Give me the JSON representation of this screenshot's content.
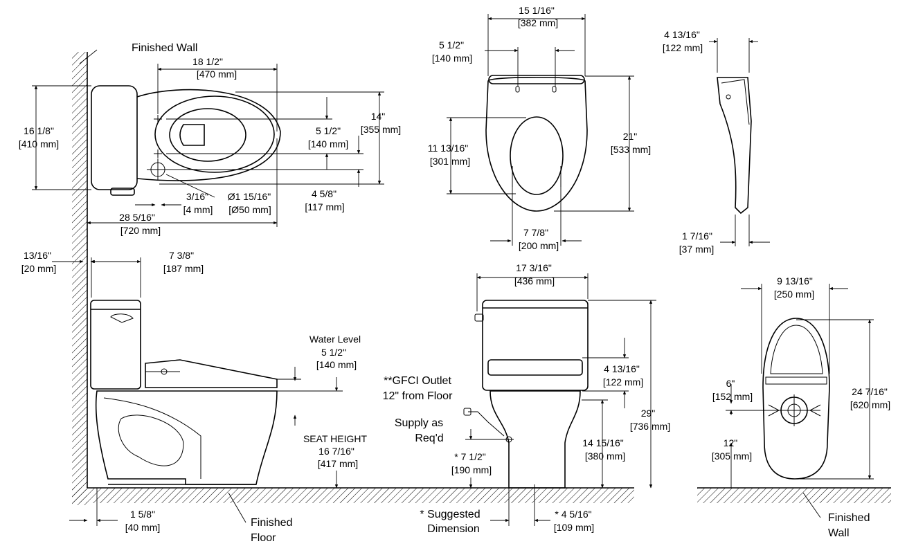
{
  "labels": {
    "finished_wall_top": "Finished Wall",
    "finished_floor_1": "Finished",
    "finished_floor_2": "Floor",
    "suggested_1": "* Suggested",
    "suggested_2": "Dimension",
    "finished_wall_right_1": "Finished",
    "finished_wall_right_2": "Wall",
    "water_level": "Water Level",
    "seat_height": "SEAT HEIGHT",
    "gfci_1": "**GFCI Outlet",
    "gfci_2": "12\" from Floor",
    "supply_1": "Supply as",
    "supply_2": "Req'd"
  },
  "dims": {
    "d18_1_2": {
      "in": "18 1/2\"",
      "mm": "[470 mm]"
    },
    "d16_1_8": {
      "in": "16 1/8\"",
      "mm": "[410 mm]"
    },
    "d14": {
      "in": "14\"",
      "mm": "[355 mm]"
    },
    "d5_1_2a": {
      "in": "5 1/2\"",
      "mm": "[140 mm]"
    },
    "d4_5_8": {
      "in": "4 5/8\"",
      "mm": "[117 mm]"
    },
    "d3_16": {
      "in": "3/16\"",
      "mm": "[4 mm]"
    },
    "d1_15_16": {
      "in": "Ø1 15/16\"",
      "mm": "[Ø50 mm]"
    },
    "d28_5_16": {
      "in": "28 5/16\"",
      "mm": "[720 mm]"
    },
    "d15_1_16": {
      "in": "15 1/16\"",
      "mm": "[382 mm]"
    },
    "d5_1_2b": {
      "in": "5 1/2\"",
      "mm": "[140 mm]"
    },
    "d11_13_16": {
      "in": "11 13/16\"",
      "mm": "[301 mm]"
    },
    "d21": {
      "in": "21\"",
      "mm": "[533 mm]"
    },
    "d7_7_8": {
      "in": "7 7/8\"",
      "mm": "[200 mm]"
    },
    "d4_13_16a": {
      "in": "4 13/16\"",
      "mm": "[122 mm]"
    },
    "d1_7_16": {
      "in": "1 7/16\"",
      "mm": "[37 mm]"
    },
    "d13_16": {
      "in": "13/16\"",
      "mm": "[20 mm]"
    },
    "d7_3_8": {
      "in": "7 3/8\"",
      "mm": "[187 mm]"
    },
    "d5_1_2c": {
      "in": "5 1/2\"",
      "mm": "[140 mm]"
    },
    "d16_7_16": {
      "in": "16 7/16\"",
      "mm": "[417 mm]"
    },
    "d1_5_8": {
      "in": "1 5/8\"",
      "mm": "[40 mm]"
    },
    "d17_3_16": {
      "in": "17 3/16\"",
      "mm": "[436 mm]"
    },
    "d4_13_16b": {
      "in": "4 13/16\"",
      "mm": "[122 mm]"
    },
    "d29": {
      "in": "29\"",
      "mm": "[736 mm]"
    },
    "d14_15_16": {
      "in": "14 15/16\"",
      "mm": "[380 mm]"
    },
    "d7_1_2": {
      "in": "* 7 1/2\"",
      "mm": "[190 mm]"
    },
    "d4_5_16": {
      "in": "* 4 5/16\"",
      "mm": "[109 mm]"
    },
    "d9_13_16": {
      "in": "9 13/16\"",
      "mm": "[250 mm]"
    },
    "d6": {
      "in": "6\"",
      "mm": "[152 mm]"
    },
    "d24_7_16": {
      "in": "24 7/16\"",
      "mm": "[620 mm]"
    },
    "d12": {
      "in": "12\"",
      "mm": "[305 mm]"
    }
  }
}
